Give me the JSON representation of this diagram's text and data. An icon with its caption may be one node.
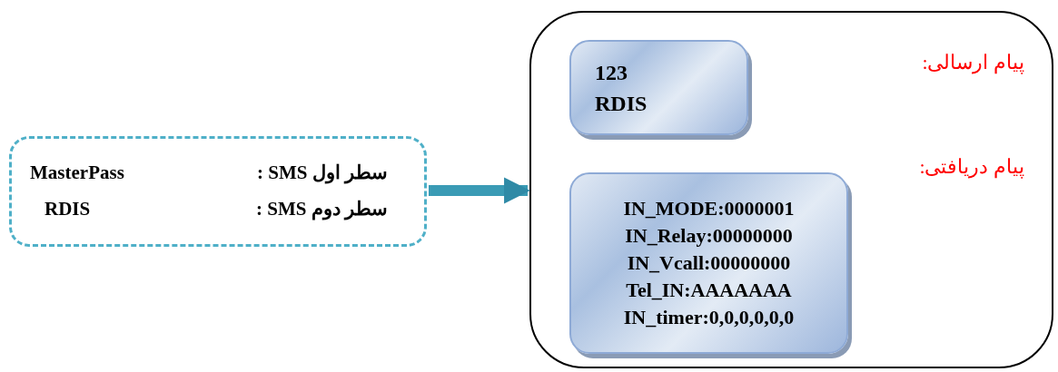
{
  "diagram": {
    "nodes": [
      {
        "text": [
          "سطر اول SMS :",
          "MasterPass",
          "سطر دوم SMS :",
          "RDIS"
        ]
      },
      {
        "text": [
          "پیام ارسالی:",
          "پیام دریافتی:"
        ]
      },
      {
        "text": [
          "123 RDIS"
        ],
        "in": 1
      },
      {
        "text": [
          "IN_MODE:0000001",
          "IN_Relay:00000000",
          "IN_Vcall:00000000",
          "Tel_IN:AAAAAAA",
          "IN_timer:0,0,0,0,0,0"
        ],
        "in": 1
      }
    ],
    "edges": [
      {
        "from": 0,
        "to": 1,
        "arrow": "to"
      }
    ]
  }
}
